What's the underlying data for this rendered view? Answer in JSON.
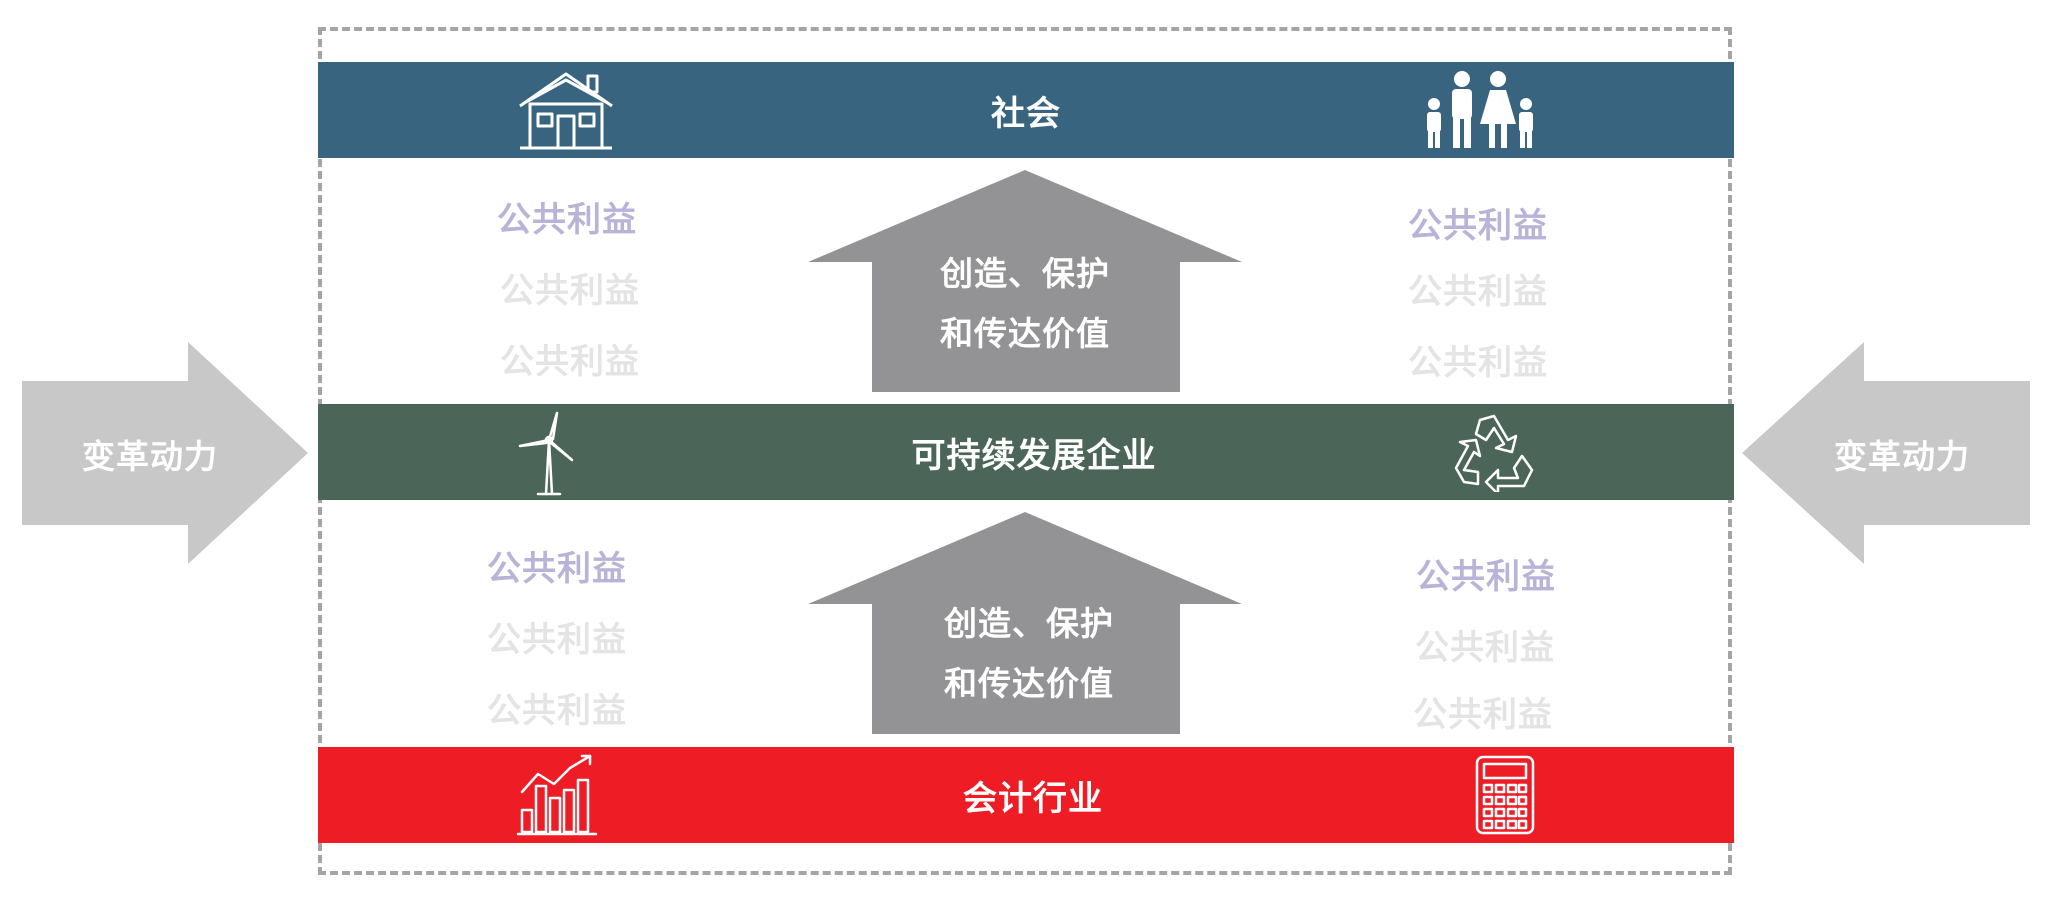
{
  "layers": {
    "society": {
      "label": "社会",
      "color": "#386480",
      "left_icon": "house-icon",
      "right_icon": "family-icon"
    },
    "business": {
      "label": "可持续发展企业",
      "color": "#4b6659",
      "left_icon": "wind-turbine-icon",
      "right_icon": "recycle-icon"
    },
    "accounting": {
      "label": "会计行业",
      "color": "#ee1c25",
      "left_icon": "bar-chart-growth-icon",
      "right_icon": "calculator-icon"
    }
  },
  "public_benefit_label": "公共利益",
  "value_arrows": {
    "upper": {
      "line1": "创造、保护",
      "line2": "和传达价值"
    },
    "lower": {
      "line1": "创造、保护",
      "line2": "和传达价值"
    },
    "color": "#939396"
  },
  "drivers": {
    "left": "变革动力",
    "right": "变革动力",
    "color": "#c8c8c8"
  },
  "colors": {
    "benefit_primary": "#bab3d8",
    "benefit_faded": "#e4e4e4",
    "frame_dash": "#a5a5a5"
  }
}
